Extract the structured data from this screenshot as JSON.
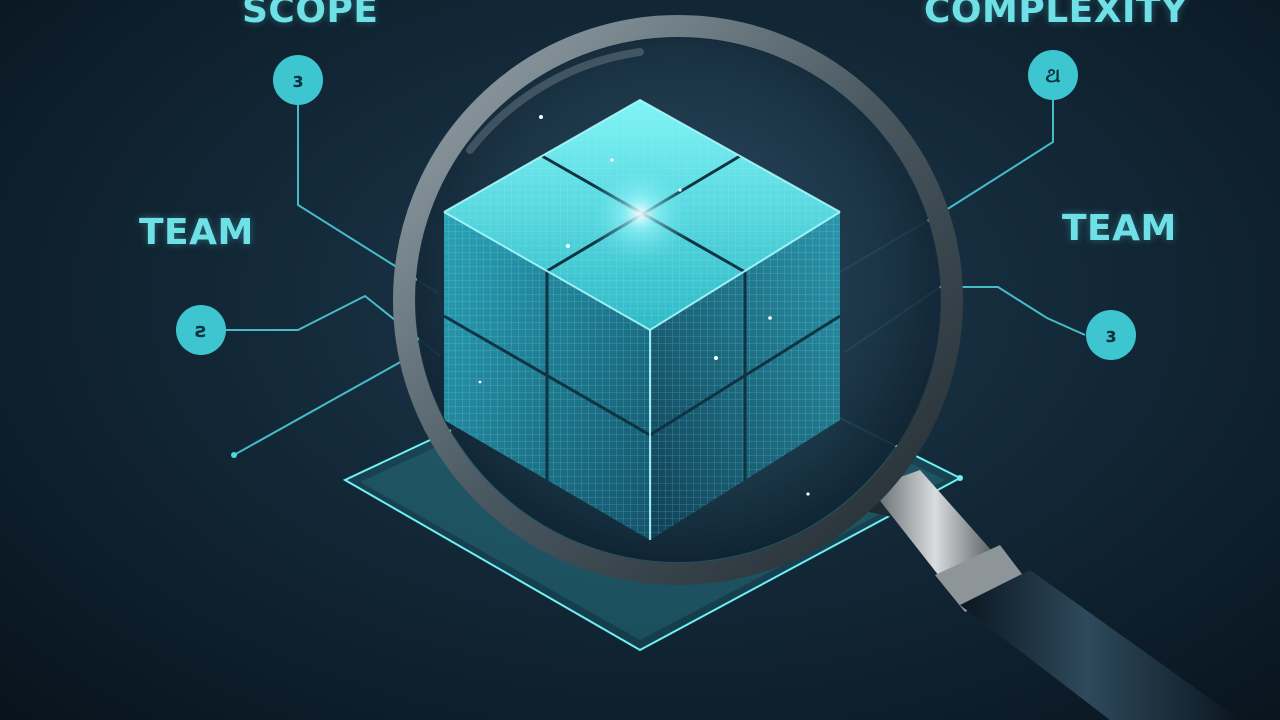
{
  "labels": {
    "scope": "SCOPE",
    "complexity": "COMPLEXITY",
    "team_left": "TEAM",
    "team_right": "TEAM"
  },
  "nodes": {
    "scope_node": "ɜ",
    "complexity_node": "ଥ",
    "team_left_node": "ƨ",
    "team_right_node": "ɜ"
  },
  "icons": [
    "magnifying-glass",
    "glowing-cube",
    "platform"
  ],
  "colors": {
    "accent": "#4fd6e0",
    "node_fill": "#3ec6d0",
    "background": "#0f2231"
  }
}
